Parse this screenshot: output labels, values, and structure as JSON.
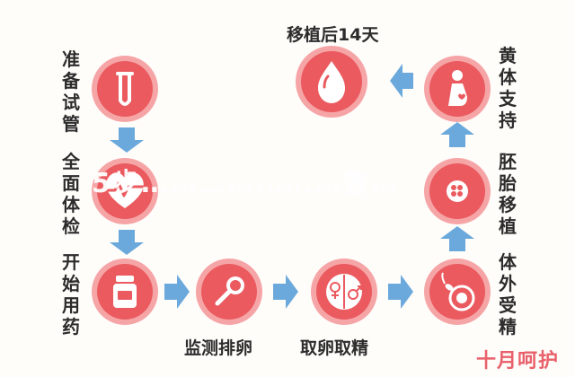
{
  "steps": {
    "prep_tube": "准备试管",
    "full_exam": "全面体检",
    "start_meds": "开始用药",
    "monitor_ovulation": "监测排卵",
    "retrieve_egg_sperm": "取卵取精",
    "ivf": "体外受精",
    "embryo_transfer": "胚胎移植",
    "luteal_support": "黄体支持",
    "after_14_days": "移植后14天"
  },
  "overlay_text": "5步…………………鲁…",
  "watermark": "十月呵护",
  "colors": {
    "node_fill": "#ea5a5f",
    "node_ring": "#f6a5a7",
    "arrow": "#6ba9dc",
    "text": "#2c2c2c"
  },
  "icons": [
    "test-tube-icon",
    "heart-pulse-icon",
    "medicine-bottle-icon",
    "magnifier-icon",
    "gender-symbols-icon",
    "sperm-egg-icon",
    "embryo-icon",
    "pregnant-woman-icon",
    "blood-drop-icon"
  ]
}
